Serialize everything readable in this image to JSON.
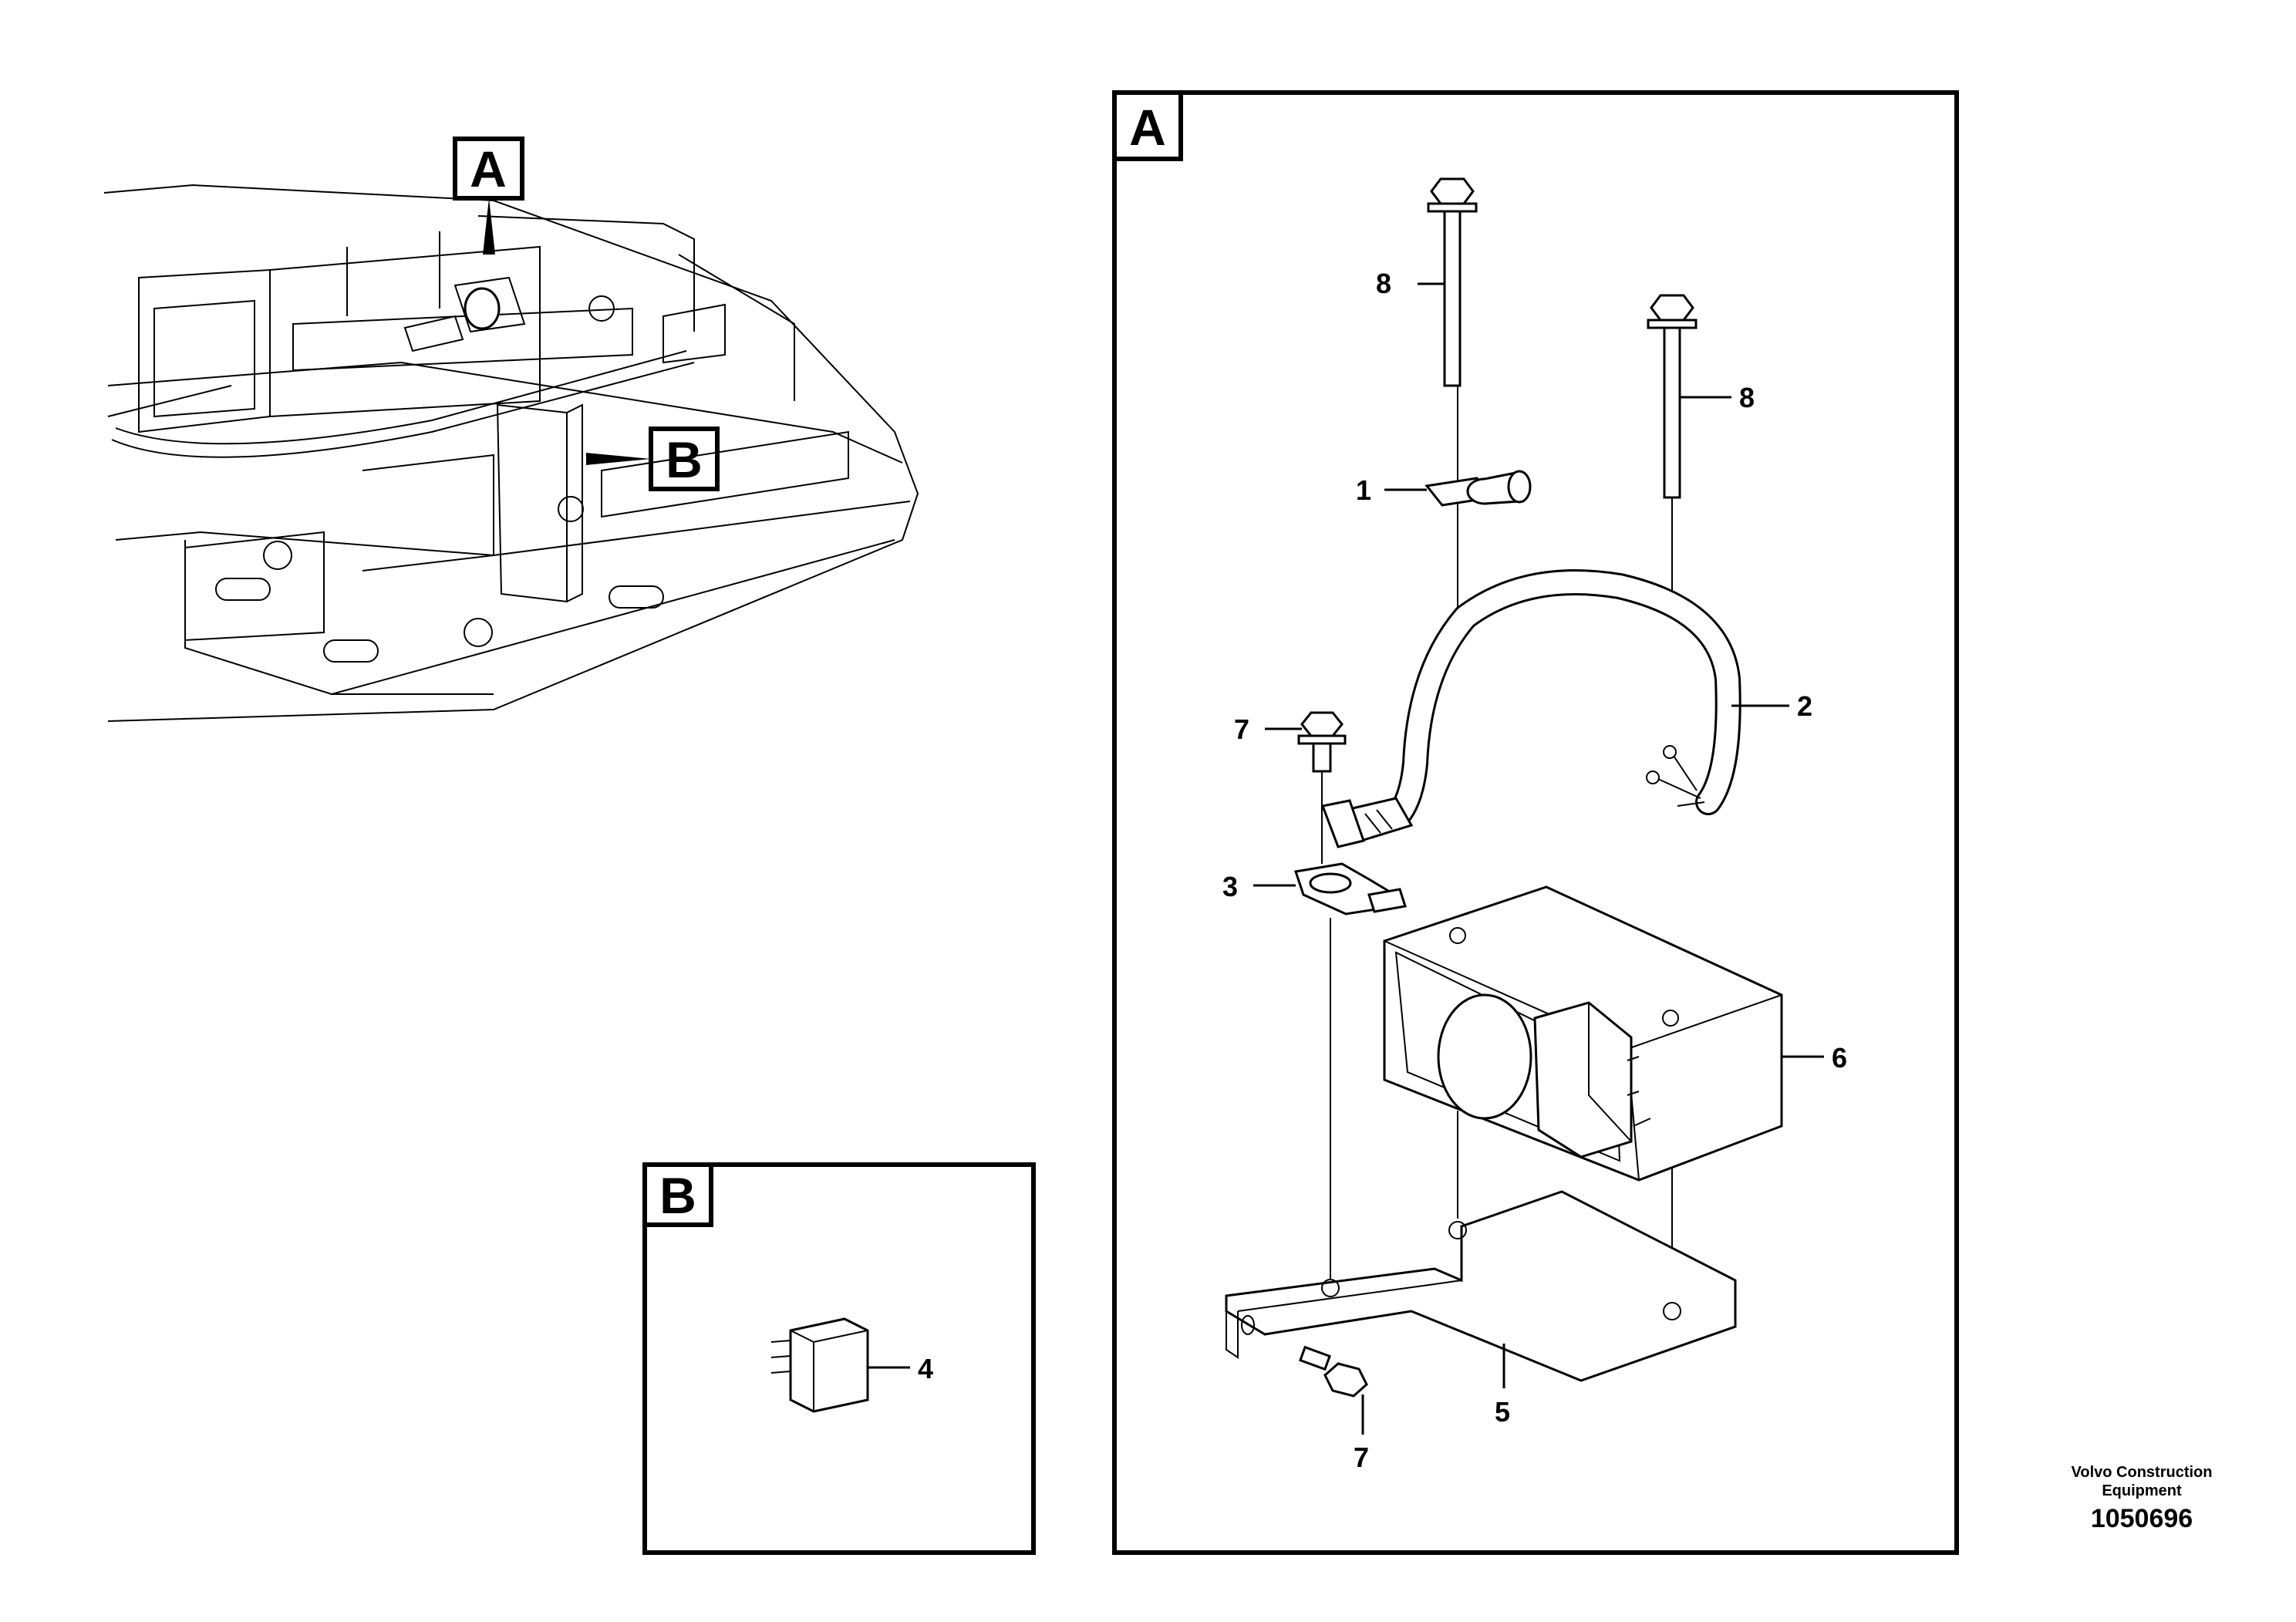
{
  "overview": {
    "label_a": "A",
    "label_b": "B"
  },
  "detail_a": {
    "label": "A",
    "callouts": {
      "c1": "1",
      "c2": "2",
      "c3": "3",
      "c5": "5",
      "c6": "6",
      "c7a": "7",
      "c7b": "7",
      "c8a": "8",
      "c8b": "8"
    }
  },
  "detail_b": {
    "label": "B",
    "callouts": {
      "c4": "4"
    }
  },
  "footer": {
    "company_line1": "Volvo Construction",
    "company_line2": "Equipment",
    "drawing_number": "1050696"
  }
}
